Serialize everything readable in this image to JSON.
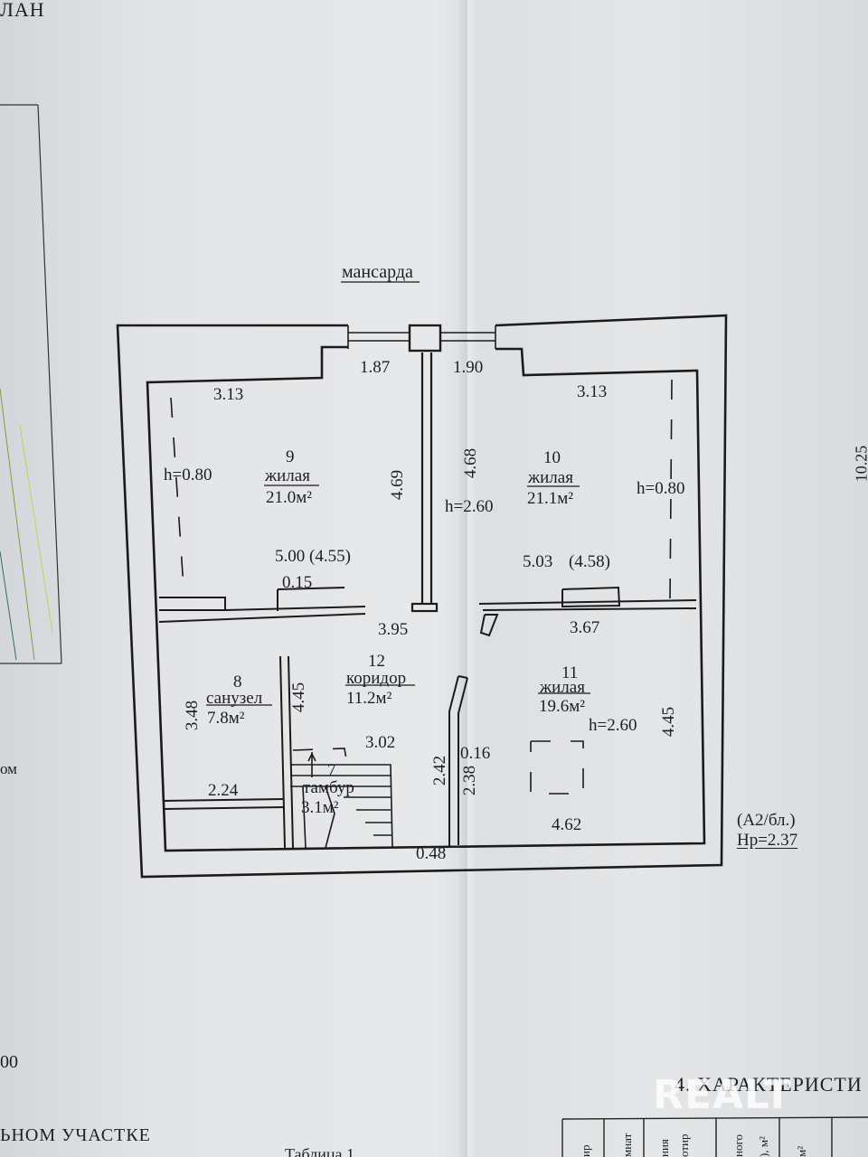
{
  "top_left_fragment": "ЛАН",
  "side_fragment_left": "ом",
  "side_fragment_right": "10.25",
  "bottom_left_fragment_num": "00",
  "bottom_left_fragment_text": "ЬНОМ УЧАСТКЕ",
  "bottom_center_fragment": "Таблица 1",
  "bottom_right_heading": "4. ХАРАКТЕРИСТИ",
  "floor_title": "мансарда",
  "watermark": "REALT",
  "rooms": {
    "r9": {
      "num": "9",
      "name": "жилая",
      "area": "21.0м²"
    },
    "r10": {
      "num": "10",
      "name": "жилая",
      "area": "21.1м²"
    },
    "r11": {
      "num": "11",
      "name": "жилая",
      "area": "19.6м²"
    },
    "r8": {
      "num": "8",
      "name": "санузел",
      "area": "7.8м²"
    },
    "r12": {
      "num": "12",
      "name": "коридор",
      "area": "11.2м²"
    },
    "r7": {
      "num": "7",
      "name": "тамбур",
      "area": "3.1м²"
    }
  },
  "dims": {
    "w187": "1.87",
    "w190": "1.90",
    "d313a": "3.13",
    "d313b": "3.13",
    "h080a": "h=0.80",
    "h080b": "h=0.80",
    "d469": "4.69",
    "d468": "4.68",
    "h260a": "h=2.60",
    "d500": "5.00 (4.55)",
    "d503": "5.03",
    "d458": "(4.58)",
    "d015": "0.15",
    "d395": "3.95",
    "d367": "3.67",
    "d348": "3.48",
    "d445a": "4.45",
    "d445b": "4.45",
    "d302": "3.02",
    "d224": "2.24",
    "d242": "2.42",
    "d238": "2.38",
    "d016": "0.16",
    "d462": "4.62",
    "h260b": "h=2.60",
    "d048": "0.48"
  },
  "legend": {
    "a2": "(А2/бл.)",
    "hp": "Нр=2.37"
  },
  "table_headers": [
    "ир",
    "мнат",
    "ния",
    "отир",
    "ного",
    "), м²",
    "м²"
  ]
}
